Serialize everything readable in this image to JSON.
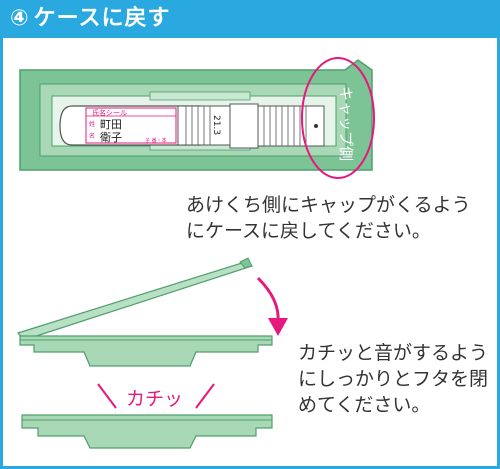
{
  "header": {
    "step_number": "④",
    "title": "ケースに戻す"
  },
  "diagram": {
    "cap_side_label": "キャップ側",
    "name_seal_label": "氏名シール",
    "name_family": "町田",
    "name_given": "衛子",
    "seal_small_1": "姓",
    "seal_small_2": "名",
    "seal_small_3": "子 番・本",
    "tube_number": "21.3",
    "click_label": "カチッ"
  },
  "instructions": {
    "step_1": "あけくち側にキャップがくるよう\nにケースに戻してください。",
    "step_2": "カチッと音がするよう\nにしっかりとフタを閉\nめてください。"
  },
  "colors": {
    "header_blue": "#29a9e0",
    "case_green": "#7cc395",
    "case_light": "#b8e0c4",
    "accent_magenta": "#e5197e"
  }
}
